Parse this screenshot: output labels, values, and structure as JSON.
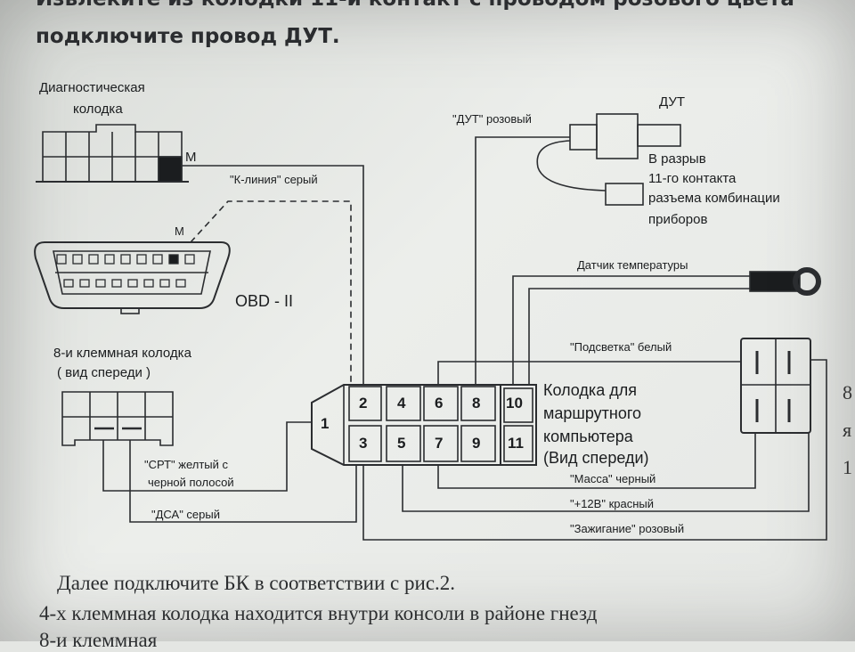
{
  "header": {
    "line1": "Извлеките из колодки 11-й контакт с проводом розового цвета",
    "line2": "подключите провод ДУТ."
  },
  "diag_connector": {
    "label_line1": "Диагностическая",
    "label_line2": "колодка",
    "pin_mark": "M"
  },
  "k_line": {
    "label": "\"К-линия\" серый"
  },
  "obd": {
    "pin_mark": "M",
    "label": "OBD - II"
  },
  "conn8": {
    "label_line1": "8-и клеммная колодка",
    "label_line2": "( вид спереди )"
  },
  "dut": {
    "wire_label": "\"ДУТ\" розовый",
    "sensor_label": "ДУТ",
    "note_line1": "В разрыв",
    "note_line2": "11-го контакта",
    "note_line3": "разъема комбинации",
    "note_line4": "приборов"
  },
  "temp_sensor": {
    "label": "Датчик температуры"
  },
  "route_computer": {
    "pins": [
      "1",
      "2",
      "3",
      "4",
      "5",
      "6",
      "7",
      "8",
      "9",
      "10",
      "11"
    ],
    "label_line1": "Колодка для",
    "label_line2": "маршрутного",
    "label_line3": "компьютера",
    "label_line4": "(Вид спереди)"
  },
  "wires": {
    "backlight": "\"Подсветка\" белый",
    "srt_line1": "\"СРТ\" желтый с",
    "srt_line2": "черной полосой",
    "dsa": "\"ДСА\"   серый",
    "ground": "\"Масса\" черный",
    "plus12": "\"+12В\" красный",
    "ignition": "\"Зажигание\" розовый"
  },
  "right_edge": {
    "char1": "8",
    "char2": "я",
    "char3": "1"
  },
  "footer": {
    "line1": "Далее подключите БК в соответствии с рис.2.",
    "line2": "4-х клеммная колодка находится внутри консоли в районе гнезд",
    "line3": "8-и клеммная"
  }
}
